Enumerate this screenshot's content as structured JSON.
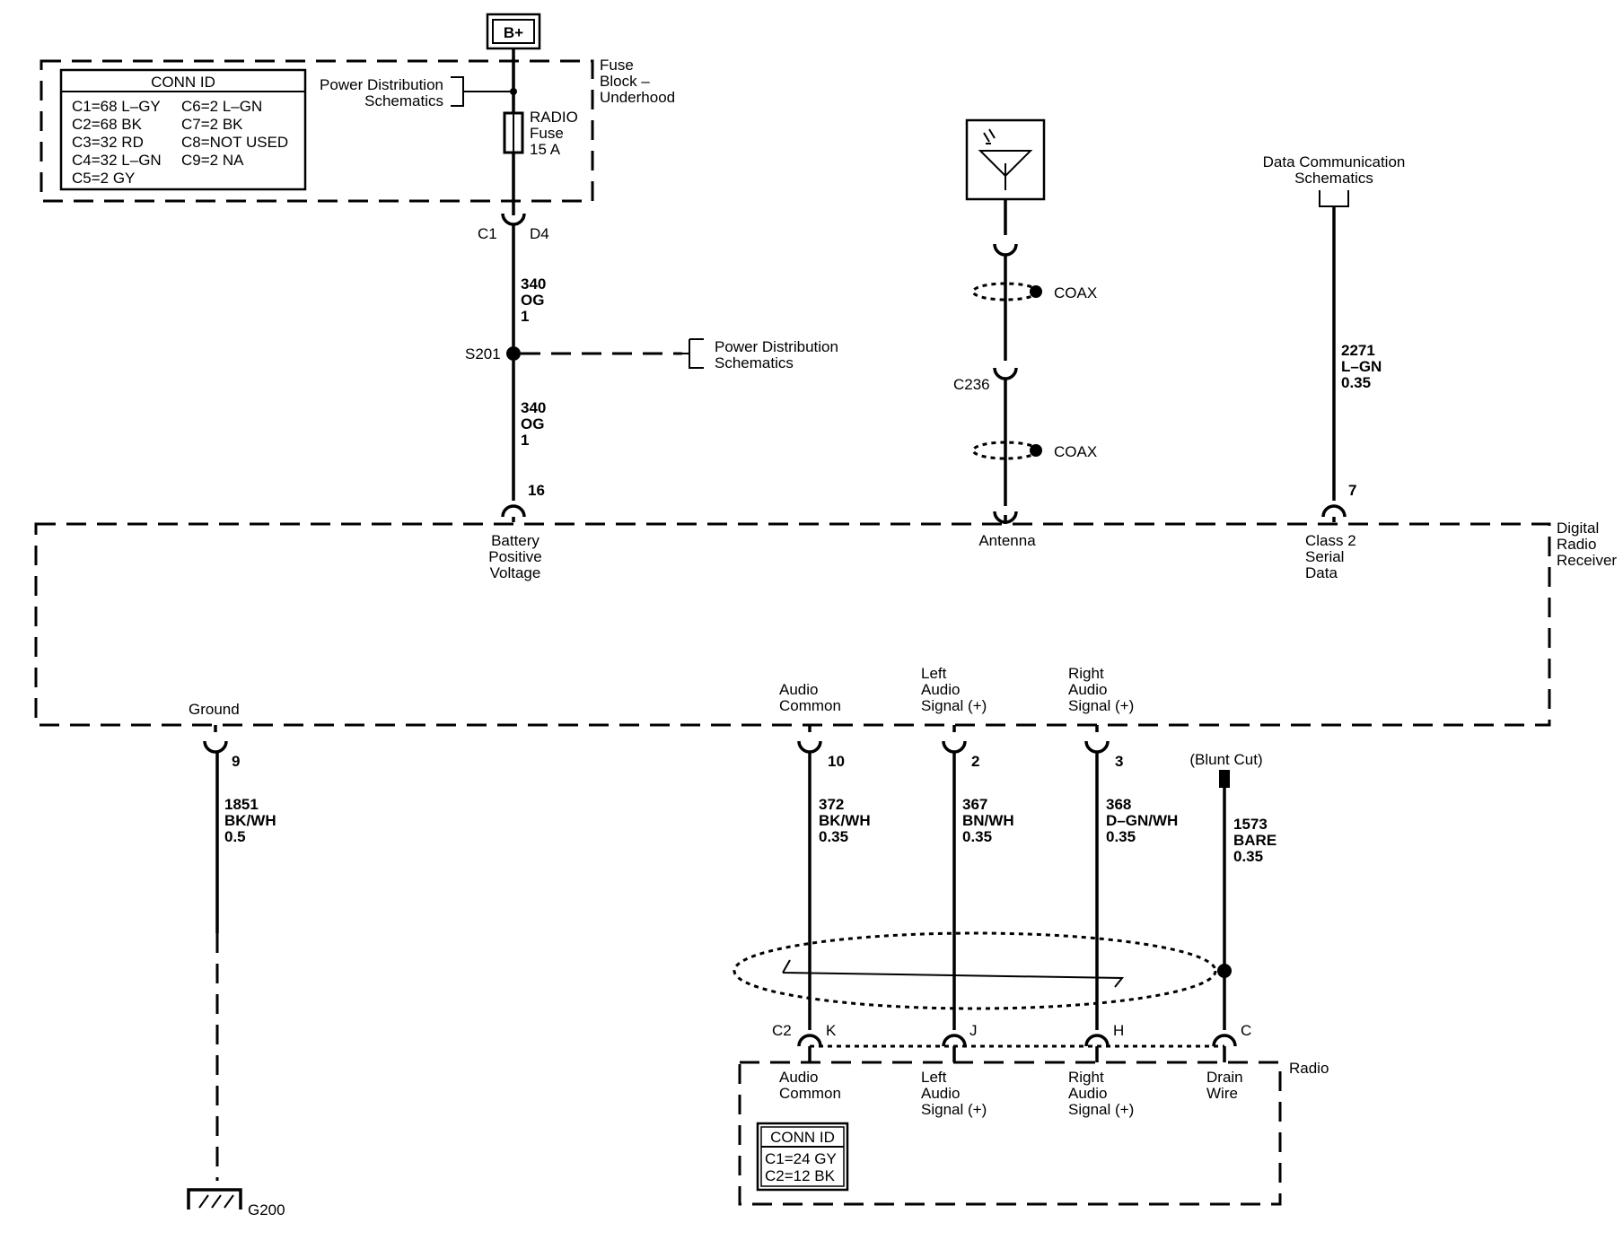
{
  "battery": {
    "label": "B+"
  },
  "fuse_block": {
    "name": [
      "Fuse",
      "Block –",
      "Underhood"
    ],
    "fuse": [
      "RADIO",
      "Fuse",
      "15 A"
    ],
    "power_ref": [
      "Power Distribution",
      "Schematics"
    ],
    "conn_id": {
      "title": "CONN ID",
      "rows": [
        [
          "C1=68 L–GY",
          "C6=2 L–GN"
        ],
        [
          "C2=68 BK",
          "C7=2 BK"
        ],
        [
          "C3=32 RD",
          "C8=NOT USED"
        ],
        [
          "C4=32 L–GN",
          "C9=2 NA"
        ],
        [
          "C5=2 GY",
          ""
        ]
      ]
    }
  },
  "battery_circuit": {
    "connector_left": "C1",
    "connector_right": "D4",
    "wire_upper": [
      "340",
      "OG",
      "1"
    ],
    "splice": "S201",
    "splice_ref": [
      "Power Distribution",
      "Schematics"
    ],
    "wire_lower": [
      "340",
      "OG",
      "1"
    ],
    "pin": "16"
  },
  "antenna_circuit": {
    "coax_upper": "COAX",
    "connector": "C236",
    "coax_lower": "COAX"
  },
  "data_circuit": {
    "ref": [
      "Data Communication",
      "Schematics"
    ],
    "wire": [
      "2271",
      "L–GN",
      "0.35"
    ],
    "pin": "7"
  },
  "receiver": {
    "name": [
      "Digital",
      "Radio",
      "Receiver"
    ],
    "battery_label": [
      "Battery",
      "Positive",
      "Voltage"
    ],
    "antenna_label": "Antenna",
    "data_label": [
      "Class 2",
      "Serial",
      "Data"
    ],
    "ground_label": "Ground",
    "audio_common_label": [
      "Audio",
      "Common"
    ],
    "left_audio_label": [
      "Left",
      "Audio",
      "Signal (+)"
    ],
    "right_audio_label": [
      "Right",
      "Audio",
      "Signal (+)"
    ]
  },
  "ground_circuit": {
    "pin": "9",
    "wire": [
      "1851",
      "BK/WH",
      "0.5"
    ],
    "ground": "G200"
  },
  "audio_circuits": {
    "common": {
      "pin": "10",
      "wire": [
        "372",
        "BK/WH",
        "0.35"
      ],
      "radio_pin": "K"
    },
    "left": {
      "pin": "2",
      "wire": [
        "367",
        "BN/WH",
        "0.35"
      ],
      "radio_pin": "J"
    },
    "right": {
      "pin": "3",
      "wire": [
        "368",
        "D–GN/WH",
        "0.35"
      ],
      "radio_pin": "H"
    },
    "drain": {
      "cut_label": "(Blunt Cut)",
      "wire": [
        "1573",
        "BARE",
        "0.35"
      ],
      "radio_pin": "C"
    },
    "radio_connector": "C2"
  },
  "radio": {
    "name": "Radio",
    "audio_common_label": [
      "Audio",
      "Common"
    ],
    "left_audio_label": [
      "Left",
      "Audio",
      "Signal (+)"
    ],
    "right_audio_label": [
      "Right",
      "Audio",
      "Signal (+)"
    ],
    "drain_label": [
      "Drain",
      "Wire"
    ],
    "conn_id": {
      "title": "CONN ID",
      "rows": [
        "C1=24 GY",
        "C2=12 BK"
      ]
    }
  }
}
